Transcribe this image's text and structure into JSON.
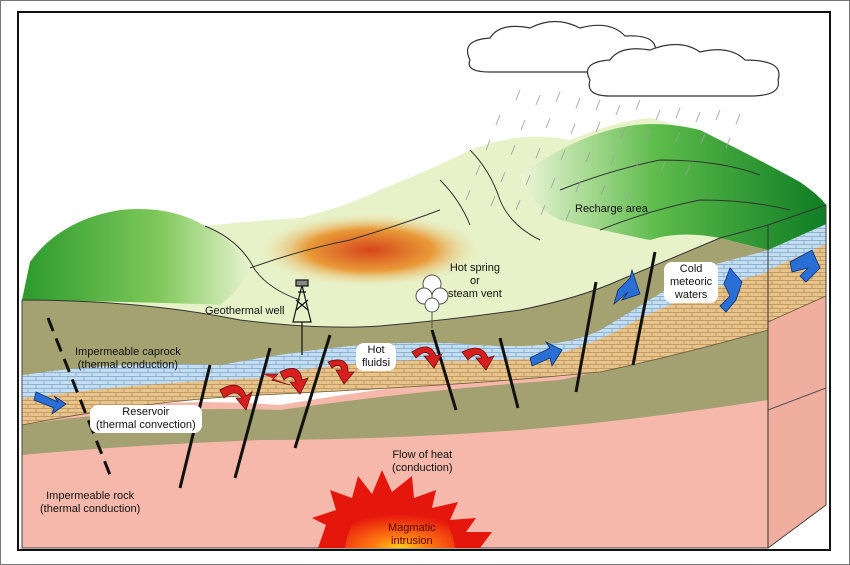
{
  "diagram": {
    "labels": {
      "recharge_area": "Recharge area",
      "hot_spring_1": "Hot spring",
      "hot_spring_2": "or",
      "hot_spring_3": "steam vent",
      "geothermal_well": "Geothermal well",
      "cold_1": "Cold",
      "cold_2": "meteoric",
      "cold_3": "waters",
      "caprock_1": "Impermeable caprock",
      "caprock_2": "(thermal conduction)",
      "hot_fluids_1": "Hot",
      "hot_fluids_2": "fluidsi",
      "reservoir_1": "Reservoir",
      "reservoir_2": "(thermal convection)",
      "heat_1": "Flow of heat",
      "heat_2": "(conduction)",
      "rock_1": "Impermeable rock",
      "rock_2": "(thermal conduction)",
      "magma_1": "Magmatic",
      "magma_2": "intrusion"
    },
    "colors": {
      "sky": "#ffffff",
      "frame": "#111111",
      "terrain_green": "#2f9e2f",
      "terrain_light": "#e9f3c8",
      "hot_zone": "#d9541a",
      "caprock": "#9b9b6a",
      "reservoir_blue": "#b9d6ee",
      "reservoir_tan": "#e8c48d",
      "basement": "#f4b7aa",
      "magma": "#e81c0c",
      "hot_arrow": "#d81f1f",
      "cold_arrow": "#2a6fd6"
    },
    "icons": [
      "cloud-icon",
      "rain-icon",
      "drill-rig-icon",
      "steam-plume-icon",
      "hot-arrow-icon",
      "cold-arrow-icon",
      "fault-line-icon",
      "magma-burst-icon"
    ]
  }
}
